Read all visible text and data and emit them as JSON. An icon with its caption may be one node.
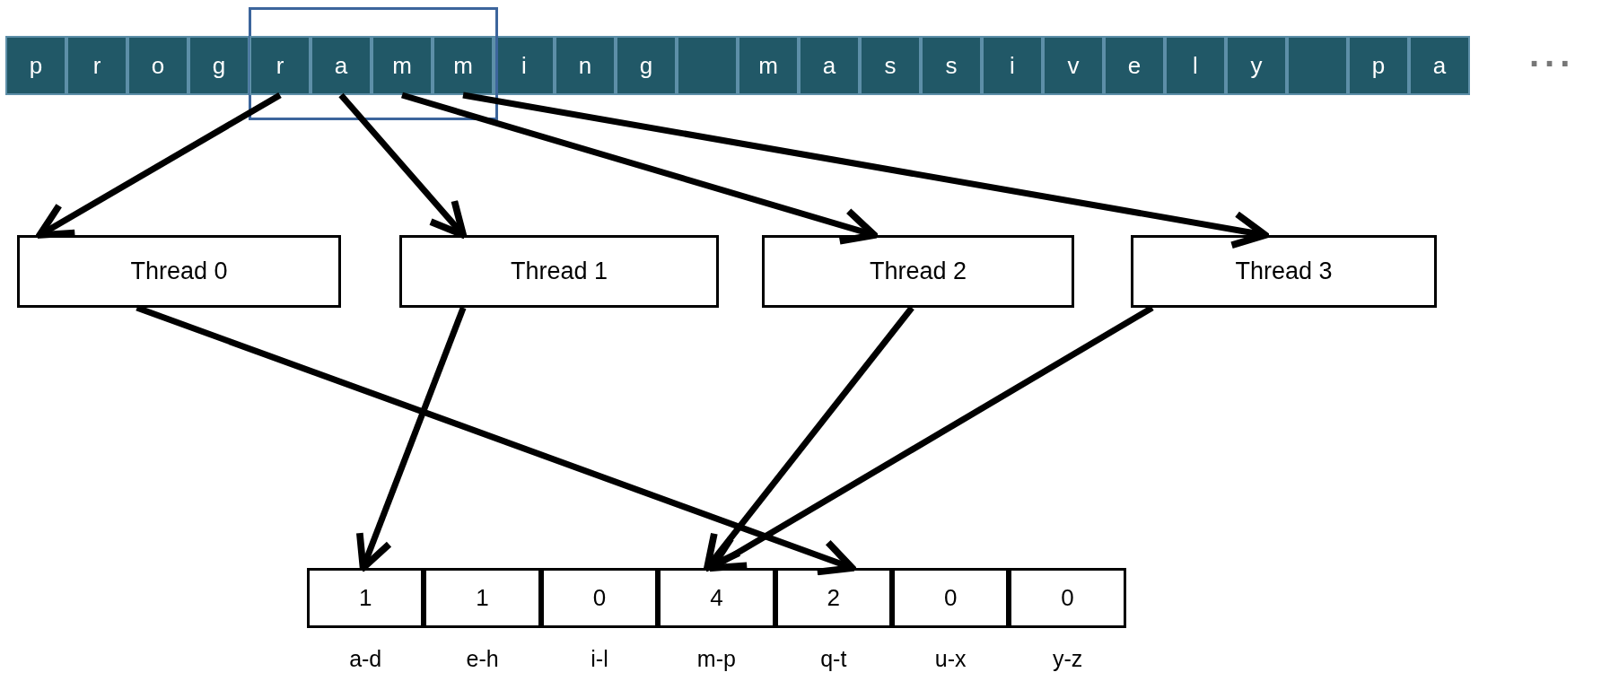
{
  "diagram": {
    "nodes": [
      {
        "text": [
          "p"
        ]
      },
      {
        "text": [
          "r"
        ]
      },
      {
        "text": [
          "o"
        ]
      },
      {
        "text": [
          "g"
        ]
      },
      {
        "text": [
          "r"
        ],
        "in": 24
      },
      {
        "text": [
          "a"
        ],
        "in": 24
      },
      {
        "text": [
          "m"
        ],
        "in": 24
      },
      {
        "text": [
          "m"
        ],
        "in": 24
      },
      {
        "text": [
          "i"
        ]
      },
      {
        "text": [
          "n"
        ]
      },
      {
        "text": [
          "g"
        ]
      },
      {
        "text": [],
        "shape": "box"
      },
      {
        "text": [
          "m"
        ]
      },
      {
        "text": [
          "a"
        ]
      },
      {
        "text": [
          "s"
        ]
      },
      {
        "text": [
          "s"
        ]
      },
      {
        "text": [
          "i"
        ]
      },
      {
        "text": [
          "v"
        ]
      },
      {
        "text": [
          "e"
        ]
      },
      {
        "text": [
          "l"
        ]
      },
      {
        "text": [
          "y"
        ]
      },
      {
        "text": [],
        "shape": "box"
      },
      {
        "text": [
          "p"
        ]
      },
      {
        "text": [
          "a"
        ]
      },
      {
        "text": [],
        "shape": "box"
      },
      {
        "text": [
          "Thread 0"
        ]
      },
      {
        "text": [
          "Thread 1"
        ]
      },
      {
        "text": [
          "Thread 2"
        ]
      },
      {
        "text": [
          "Thread 3"
        ]
      },
      {
        "text": [
          "1"
        ],
        "beside": [
          "a-d"
        ]
      },
      {
        "text": [
          "1"
        ],
        "beside": [
          "e-h"
        ]
      },
      {
        "text": [
          "0"
        ],
        "beside": [
          "i-l"
        ]
      },
      {
        "text": [
          "4"
        ],
        "beside": [
          "m-p"
        ]
      },
      {
        "text": [
          "2"
        ],
        "beside": [
          "q-t"
        ]
      },
      {
        "text": [
          "0"
        ],
        "beside": [
          "u-x"
        ]
      },
      {
        "text": [
          "0"
        ],
        "beside": [
          "y-z"
        ]
      }
    ],
    "edges": [
      {
        "from": 4,
        "to": 25,
        "arrow": "to"
      },
      {
        "from": 5,
        "to": 26,
        "arrow": "to"
      },
      {
        "from": 6,
        "to": 27,
        "arrow": "to"
      },
      {
        "from": 7,
        "to": 28,
        "arrow": "to"
      },
      {
        "from": 25,
        "to": 33,
        "arrow": "to"
      },
      {
        "from": 26,
        "to": 29,
        "arrow": "to"
      },
      {
        "from": 27,
        "to": 32,
        "arrow": "to"
      },
      {
        "from": 28,
        "to": 32,
        "arrow": "to"
      }
    ],
    "labels": [
      "..."
    ]
  }
}
